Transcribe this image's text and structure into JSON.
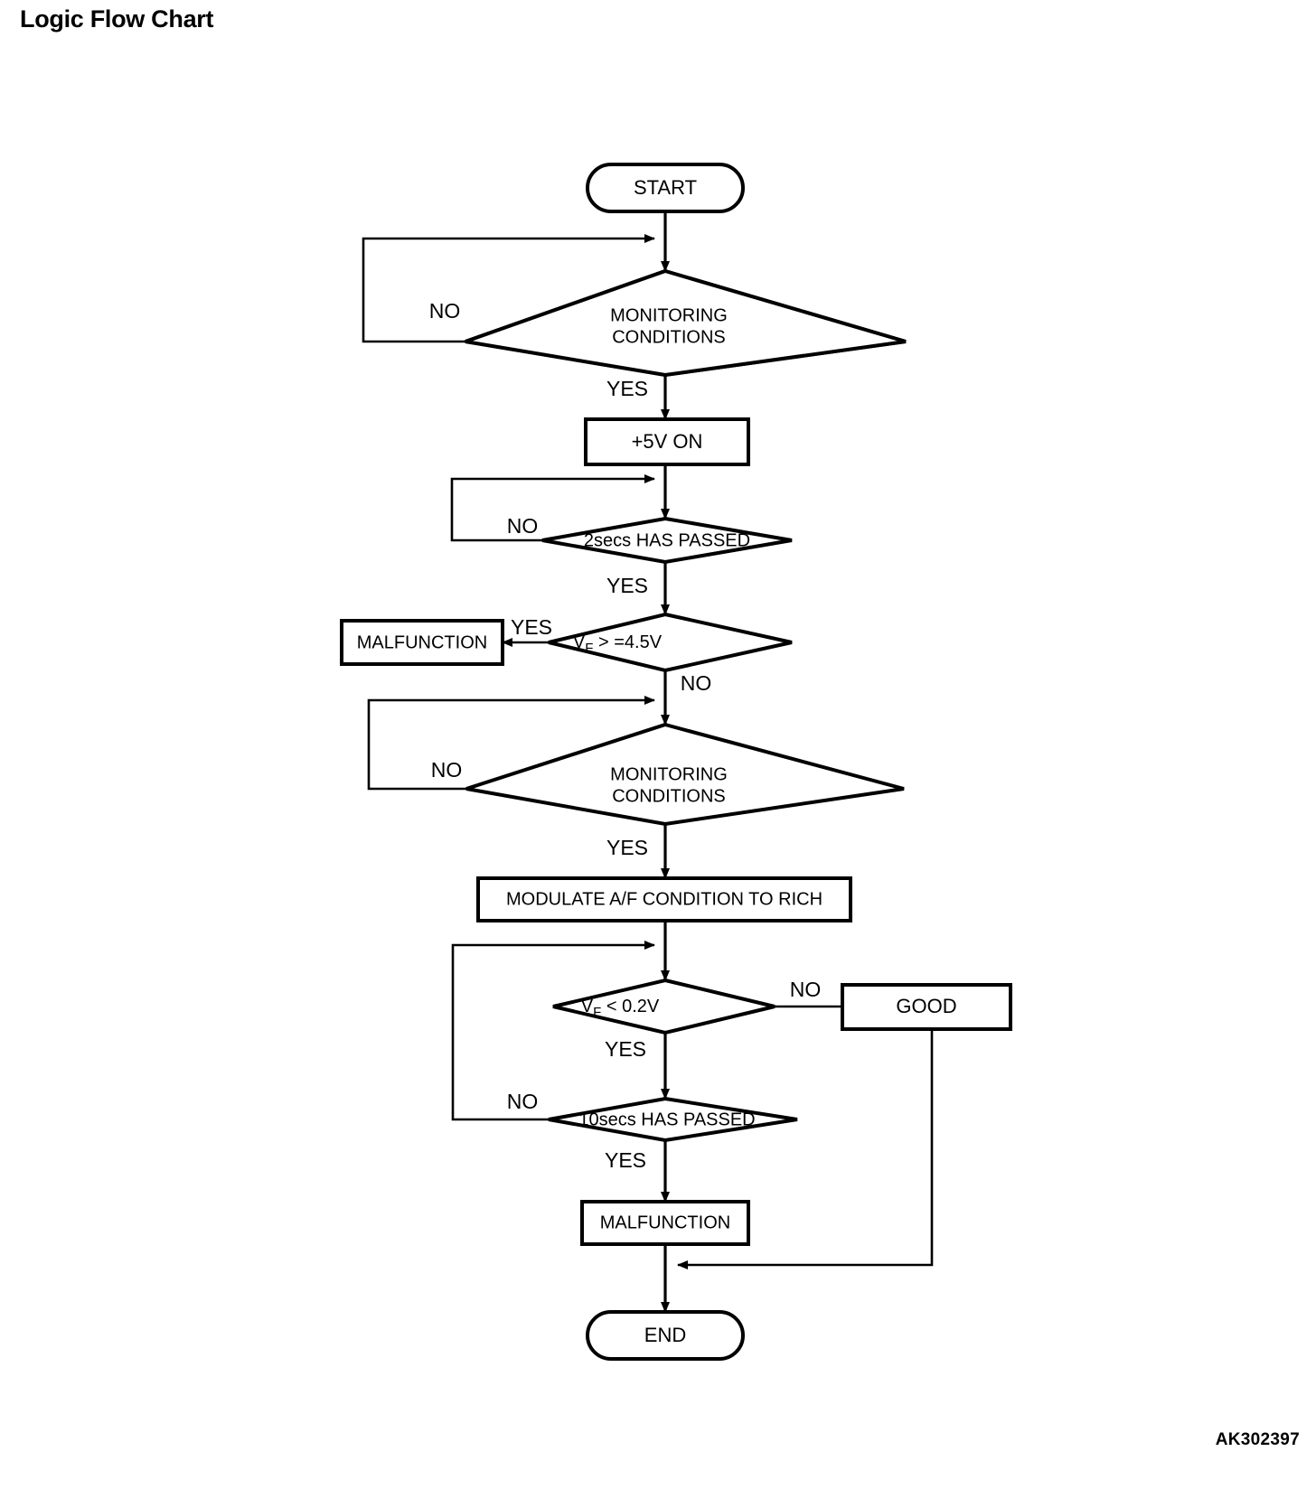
{
  "page": {
    "title": "Logic Flow Chart",
    "figure_code": "AK302397"
  },
  "chart_data": {
    "type": "diagram",
    "diagram_kind": "flowchart",
    "title": "Logic Flow Chart",
    "orientation": "top-to-bottom",
    "nodes": [
      {
        "id": "start",
        "shape": "terminator",
        "label": "START"
      },
      {
        "id": "mon1",
        "shape": "decision",
        "label": "MONITORING CONDITIONS",
        "line1": "MONITORING",
        "line2": "CONDITIONS"
      },
      {
        "id": "v5on",
        "shape": "process",
        "label": "+5V ON"
      },
      {
        "id": "sec2",
        "shape": "decision",
        "label": "2secs HAS PASSED"
      },
      {
        "id": "vf45",
        "shape": "decision",
        "label": "VF > =4.5V",
        "prefix": "V",
        "subscript": "F",
        "suffix": " > =4.5V"
      },
      {
        "id": "malf1",
        "shape": "process",
        "label": "MALFUNCTION"
      },
      {
        "id": "mon2",
        "shape": "decision",
        "label": "MONITORING CONDITIONS",
        "line1": "MONITORING",
        "line2": "CONDITIONS"
      },
      {
        "id": "modulate",
        "shape": "process",
        "label": "MODULATE A/F CONDITION TO RICH"
      },
      {
        "id": "vf02",
        "shape": "decision",
        "label": "VF < 0.2V",
        "prefix": "V",
        "subscript": "F",
        "suffix": " < 0.2V"
      },
      {
        "id": "good",
        "shape": "process",
        "label": "GOOD"
      },
      {
        "id": "sec10",
        "shape": "decision",
        "label": "10secs HAS PASSED"
      },
      {
        "id": "malf2",
        "shape": "process",
        "label": "MALFUNCTION"
      },
      {
        "id": "end",
        "shape": "terminator",
        "label": "END"
      }
    ],
    "edges": [
      {
        "from": "start",
        "to": "mon1",
        "label": ""
      },
      {
        "from": "mon1",
        "to": "mon1",
        "label": "NO",
        "routing": "loop-left-up"
      },
      {
        "from": "mon1",
        "to": "v5on",
        "label": "YES"
      },
      {
        "from": "v5on",
        "to": "sec2",
        "label": ""
      },
      {
        "from": "sec2",
        "to": "sec2",
        "label": "NO",
        "routing": "loop-left-up"
      },
      {
        "from": "sec2",
        "to": "vf45",
        "label": "YES"
      },
      {
        "from": "vf45",
        "to": "malf1",
        "label": "YES",
        "routing": "left"
      },
      {
        "from": "vf45",
        "to": "mon2",
        "label": "NO"
      },
      {
        "from": "mon2",
        "to": "mon2",
        "label": "NO",
        "routing": "loop-left-up"
      },
      {
        "from": "mon2",
        "to": "modulate",
        "label": "YES"
      },
      {
        "from": "modulate",
        "to": "vf02",
        "label": ""
      },
      {
        "from": "vf02",
        "to": "good",
        "label": "NO",
        "routing": "right"
      },
      {
        "from": "vf02",
        "to": "sec10",
        "label": "YES"
      },
      {
        "from": "sec10",
        "to": "vf02",
        "label": "NO",
        "routing": "loop-left-up"
      },
      {
        "from": "sec10",
        "to": "malf2",
        "label": "YES"
      },
      {
        "from": "malf2",
        "to": "end",
        "label": ""
      },
      {
        "from": "good",
        "to": "end",
        "label": "",
        "routing": "right-down-join"
      }
    ],
    "branch_labels": [
      "YES",
      "NO"
    ]
  },
  "labels": {
    "start": "START",
    "monitoring_l1": "MONITORING",
    "monitoring_l2": "CONDITIONS",
    "v5on": "+5V ON",
    "sec2": "2secs HAS PASSED",
    "vf_prefix": "V",
    "vf_sub": "F",
    "vf45_suffix": " > =4.5V",
    "vf02_suffix": " < 0.2V",
    "malfunction": "MALFUNCTION",
    "modulate": "MODULATE A/F CONDITION TO RICH",
    "good": "GOOD",
    "sec10": "10secs HAS PASSED",
    "end": "END",
    "yes": "YES",
    "no": "NO"
  },
  "colors": {
    "stroke": "#000000",
    "fill": "#ffffff",
    "text": "#000000",
    "background": "#ffffff"
  }
}
